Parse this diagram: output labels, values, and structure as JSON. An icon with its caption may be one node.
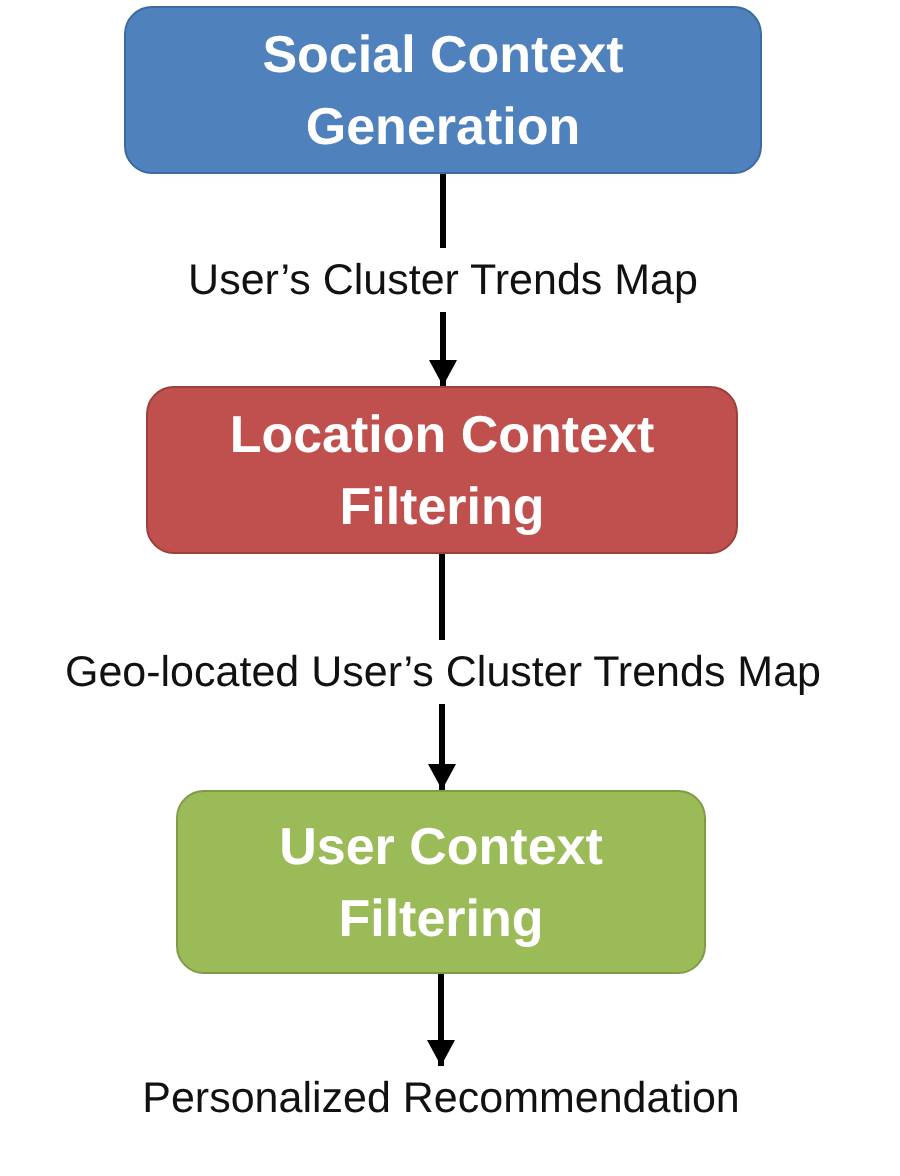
{
  "diagram": {
    "nodes": [
      {
        "text": [
          "Social Context Generation"
        ]
      },
      {
        "text": [
          "Location Context Filtering"
        ]
      },
      {
        "text": [
          "User Context Filtering"
        ]
      },
      {
        "text": [
          "Personalized Recommendation"
        ]
      }
    ],
    "edges": [
      {
        "from": 0,
        "to": 1,
        "arrow": "to",
        "label": "User’s Cluster Trends Map"
      },
      {
        "from": 1,
        "to": 2,
        "arrow": "to",
        "label": "Geo-located User’s Cluster Trends Map"
      },
      {
        "from": 2,
        "to": 3,
        "arrow": "to"
      }
    ]
  }
}
